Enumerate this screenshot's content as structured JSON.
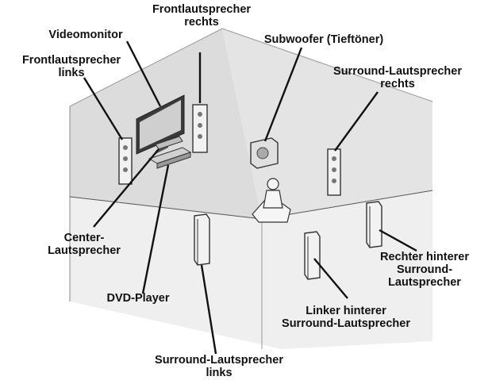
{
  "labels": {
    "front_right": [
      "Frontlautsprecher",
      "rechts"
    ],
    "video_monitor": [
      "Videomonitor"
    ],
    "subwoofer": [
      "Subwoofer (Tieftöner)"
    ],
    "front_left": [
      "Frontlautsprecher",
      "links"
    ],
    "surround_right": [
      "Surround-Lautsprecher",
      "rechts"
    ],
    "center": [
      "Center-",
      "Lautsprecher"
    ],
    "rear_right": [
      "Rechter hinterer",
      "Surround-",
      "Lautsprecher"
    ],
    "dvd_player": [
      "DVD-Player"
    ],
    "rear_left": [
      "Linker hinterer",
      "Surround-Lautsprecher"
    ],
    "surround_left": [
      "Surround-Lautsprecher",
      "links"
    ]
  },
  "colors": {
    "wall": "#dcdcdc",
    "floor": "#ececec",
    "edge": "#555555",
    "speaker_fill": "#f2f2f2",
    "ink": "#111111"
  }
}
